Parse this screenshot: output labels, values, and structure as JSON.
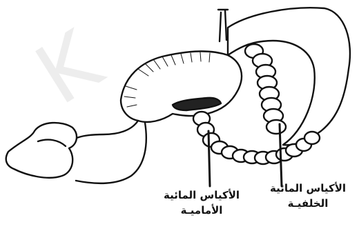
{
  "labels": {
    "anterior_line1": "الأكياس المائية",
    "anterior_line2": "الأماميـة",
    "posterior_line1": "الأكياس المائية",
    "posterior_line2": "الخلفيـة"
  },
  "colors": {
    "stroke": "#111111",
    "fill": "#ffffff",
    "watermark": "#d8d8d8"
  }
}
